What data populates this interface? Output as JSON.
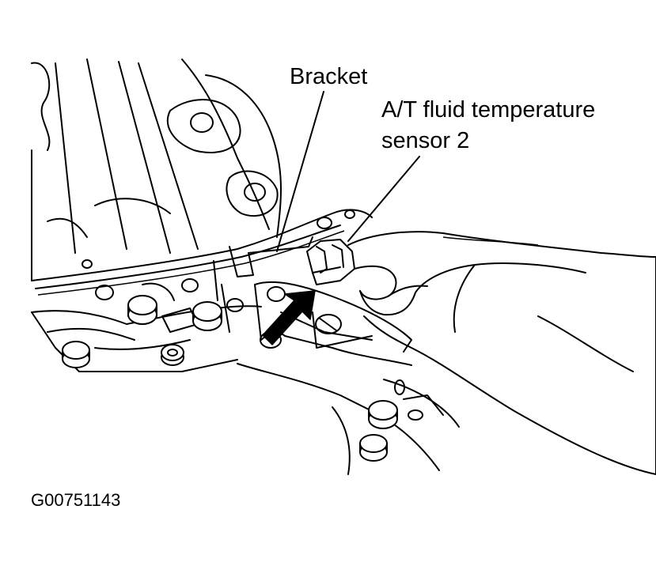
{
  "labels": {
    "bracket": "Bracket",
    "sensor_line1": "A/T fluid temperature",
    "sensor_line2": "sensor 2",
    "figure_id": "G00751143"
  },
  "colors": {
    "ink": "#000000",
    "paper": "#ffffff"
  },
  "icons": {
    "pointer": "arrow-icon"
  }
}
